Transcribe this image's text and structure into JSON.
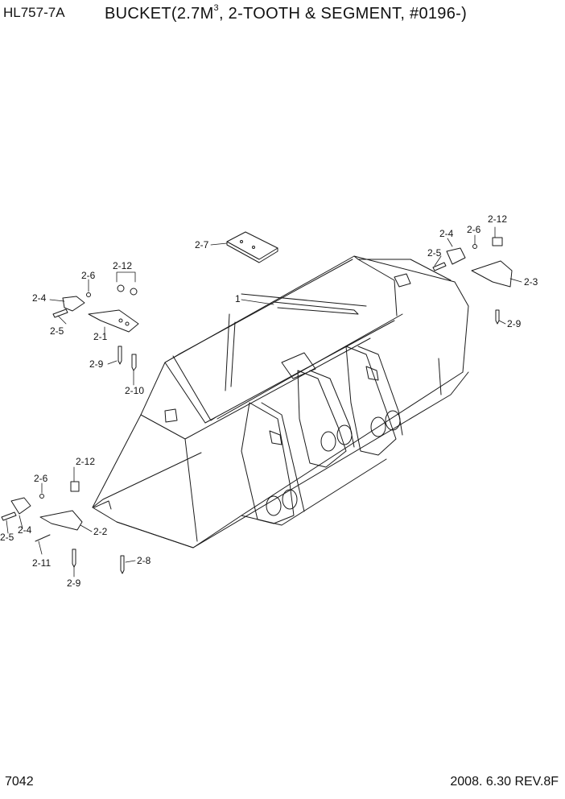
{
  "header": {
    "model_code": "HL757-7A",
    "title_part1": "BUCKET(2.7M",
    "title_sup": "3",
    "title_part2": ", 2-TOOTH & SEGMENT, #0196-)"
  },
  "footer": {
    "page_number": "7042",
    "date_revision": "2008. 6.30  REV.8F"
  },
  "callouts": {
    "c_1": "1",
    "c_2_7": "2-7",
    "c_2_12_a": "2-12",
    "c_2_6_a": "2-6",
    "c_2_4_a": "2-4",
    "c_2_5_a": "2-5",
    "c_2_1": "2-1",
    "c_2_9_a": "2-9",
    "c_2_10": "2-10",
    "c_2_12_b": "2-12",
    "c_2_6_b": "2-6",
    "c_2_4_b": "2-4",
    "c_2_5_b": "2-5",
    "c_2_3": "2-3",
    "c_2_9_b": "2-9",
    "c_2_12_c": "2-12",
    "c_2_6_c": "2-6",
    "c_2_4_c": "2-4",
    "c_2_5_c": "2-5",
    "c_2_2": "2-2",
    "c_2_11": "2-11",
    "c_2_9_c": "2-9",
    "c_2_8": "2-8"
  }
}
